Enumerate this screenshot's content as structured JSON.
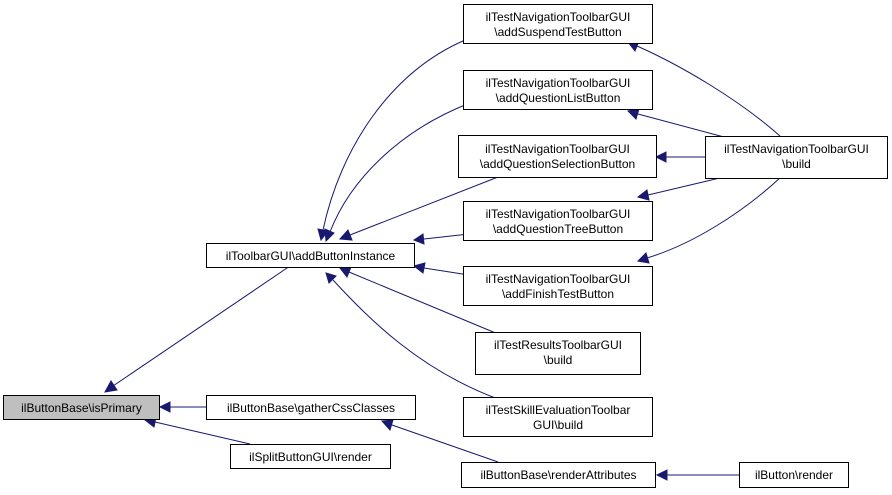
{
  "nodes": {
    "isPrimary": [
      "ilButtonBase\\isPrimary"
    ],
    "addButtonInstance": [
      "ilToolbarGUI\\addButtonInstance"
    ],
    "gatherCssClasses": [
      "ilButtonBase\\gatherCssClasses"
    ],
    "splitRender": [
      "ilSplitButtonGUI\\render"
    ],
    "addSuspend": [
      "ilTestNavigationToolbarGUI",
      "\\addSuspendTestButton"
    ],
    "addQuestionList": [
      "ilTestNavigationToolbarGUI",
      "\\addQuestionListButton"
    ],
    "addQuestionSelection": [
      "ilTestNavigationToolbarGUI",
      "\\addQuestionSelectionButton"
    ],
    "addQuestionTree": [
      "ilTestNavigationToolbarGUI",
      "\\addQuestionTreeButton"
    ],
    "addFinish": [
      "ilTestNavigationToolbarGUI",
      "\\addFinishTestButton"
    ],
    "resultsBuild": [
      "ilTestResultsToolbarGUI",
      "\\build"
    ],
    "skillBuild": [
      "ilTestSkillEvaluationToolbar",
      "GUI\\build"
    ],
    "renderAttributes": [
      "ilButtonBase\\renderAttributes"
    ],
    "navBuild": [
      "ilTestNavigationToolbarGUI",
      "\\build"
    ],
    "buttonRender": [
      "ilButton\\render"
    ]
  },
  "colors": {
    "highlight_fill": "#bfbfbf",
    "node_fill": "#ffffff",
    "edge": "#191970"
  }
}
